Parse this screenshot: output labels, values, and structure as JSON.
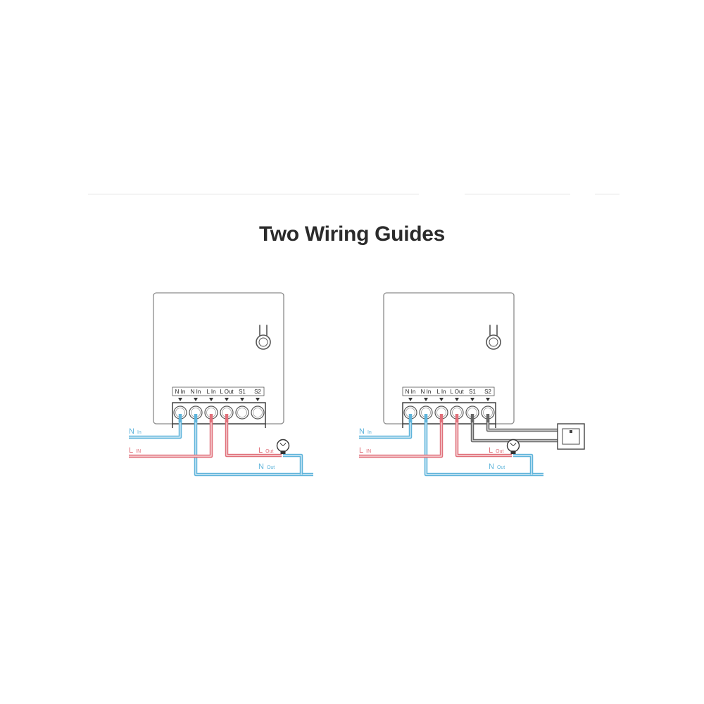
{
  "title": "Two Wiring Guides",
  "colors": {
    "neutral": "#5fb4db",
    "live": "#e0707a",
    "switch": "#666666",
    "outline": "#8a8a8a",
    "text": "#2b2b2b"
  },
  "icons": {
    "bulb": "light-bulb-icon",
    "mount": "mounting-hook-icon",
    "switch": "wall-switch-icon"
  },
  "terminals": [
    "N In",
    "N In",
    "L In",
    "L Out",
    "S1",
    "S2"
  ],
  "wire_labels": {
    "n_in": {
      "main": "N",
      "sub": "In"
    },
    "l_in": {
      "main": "L",
      "sub": "IN"
    },
    "l_out": {
      "main": "L",
      "sub": "Out"
    },
    "n_out": {
      "main": "N",
      "sub": "Out"
    }
  },
  "guides": [
    {
      "id": "guide-1",
      "has_switch": false
    },
    {
      "id": "guide-2",
      "has_switch": true
    }
  ]
}
